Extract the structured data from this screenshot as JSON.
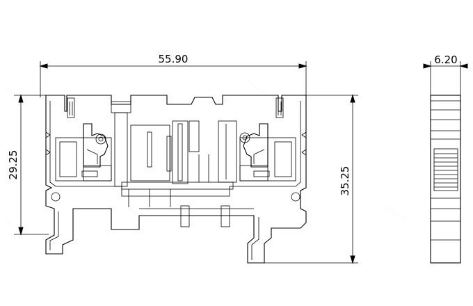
{
  "dimensions": {
    "overall_width": "55.90",
    "side_width": "6.20",
    "left_height": "29.25",
    "right_height": "35.25"
  }
}
